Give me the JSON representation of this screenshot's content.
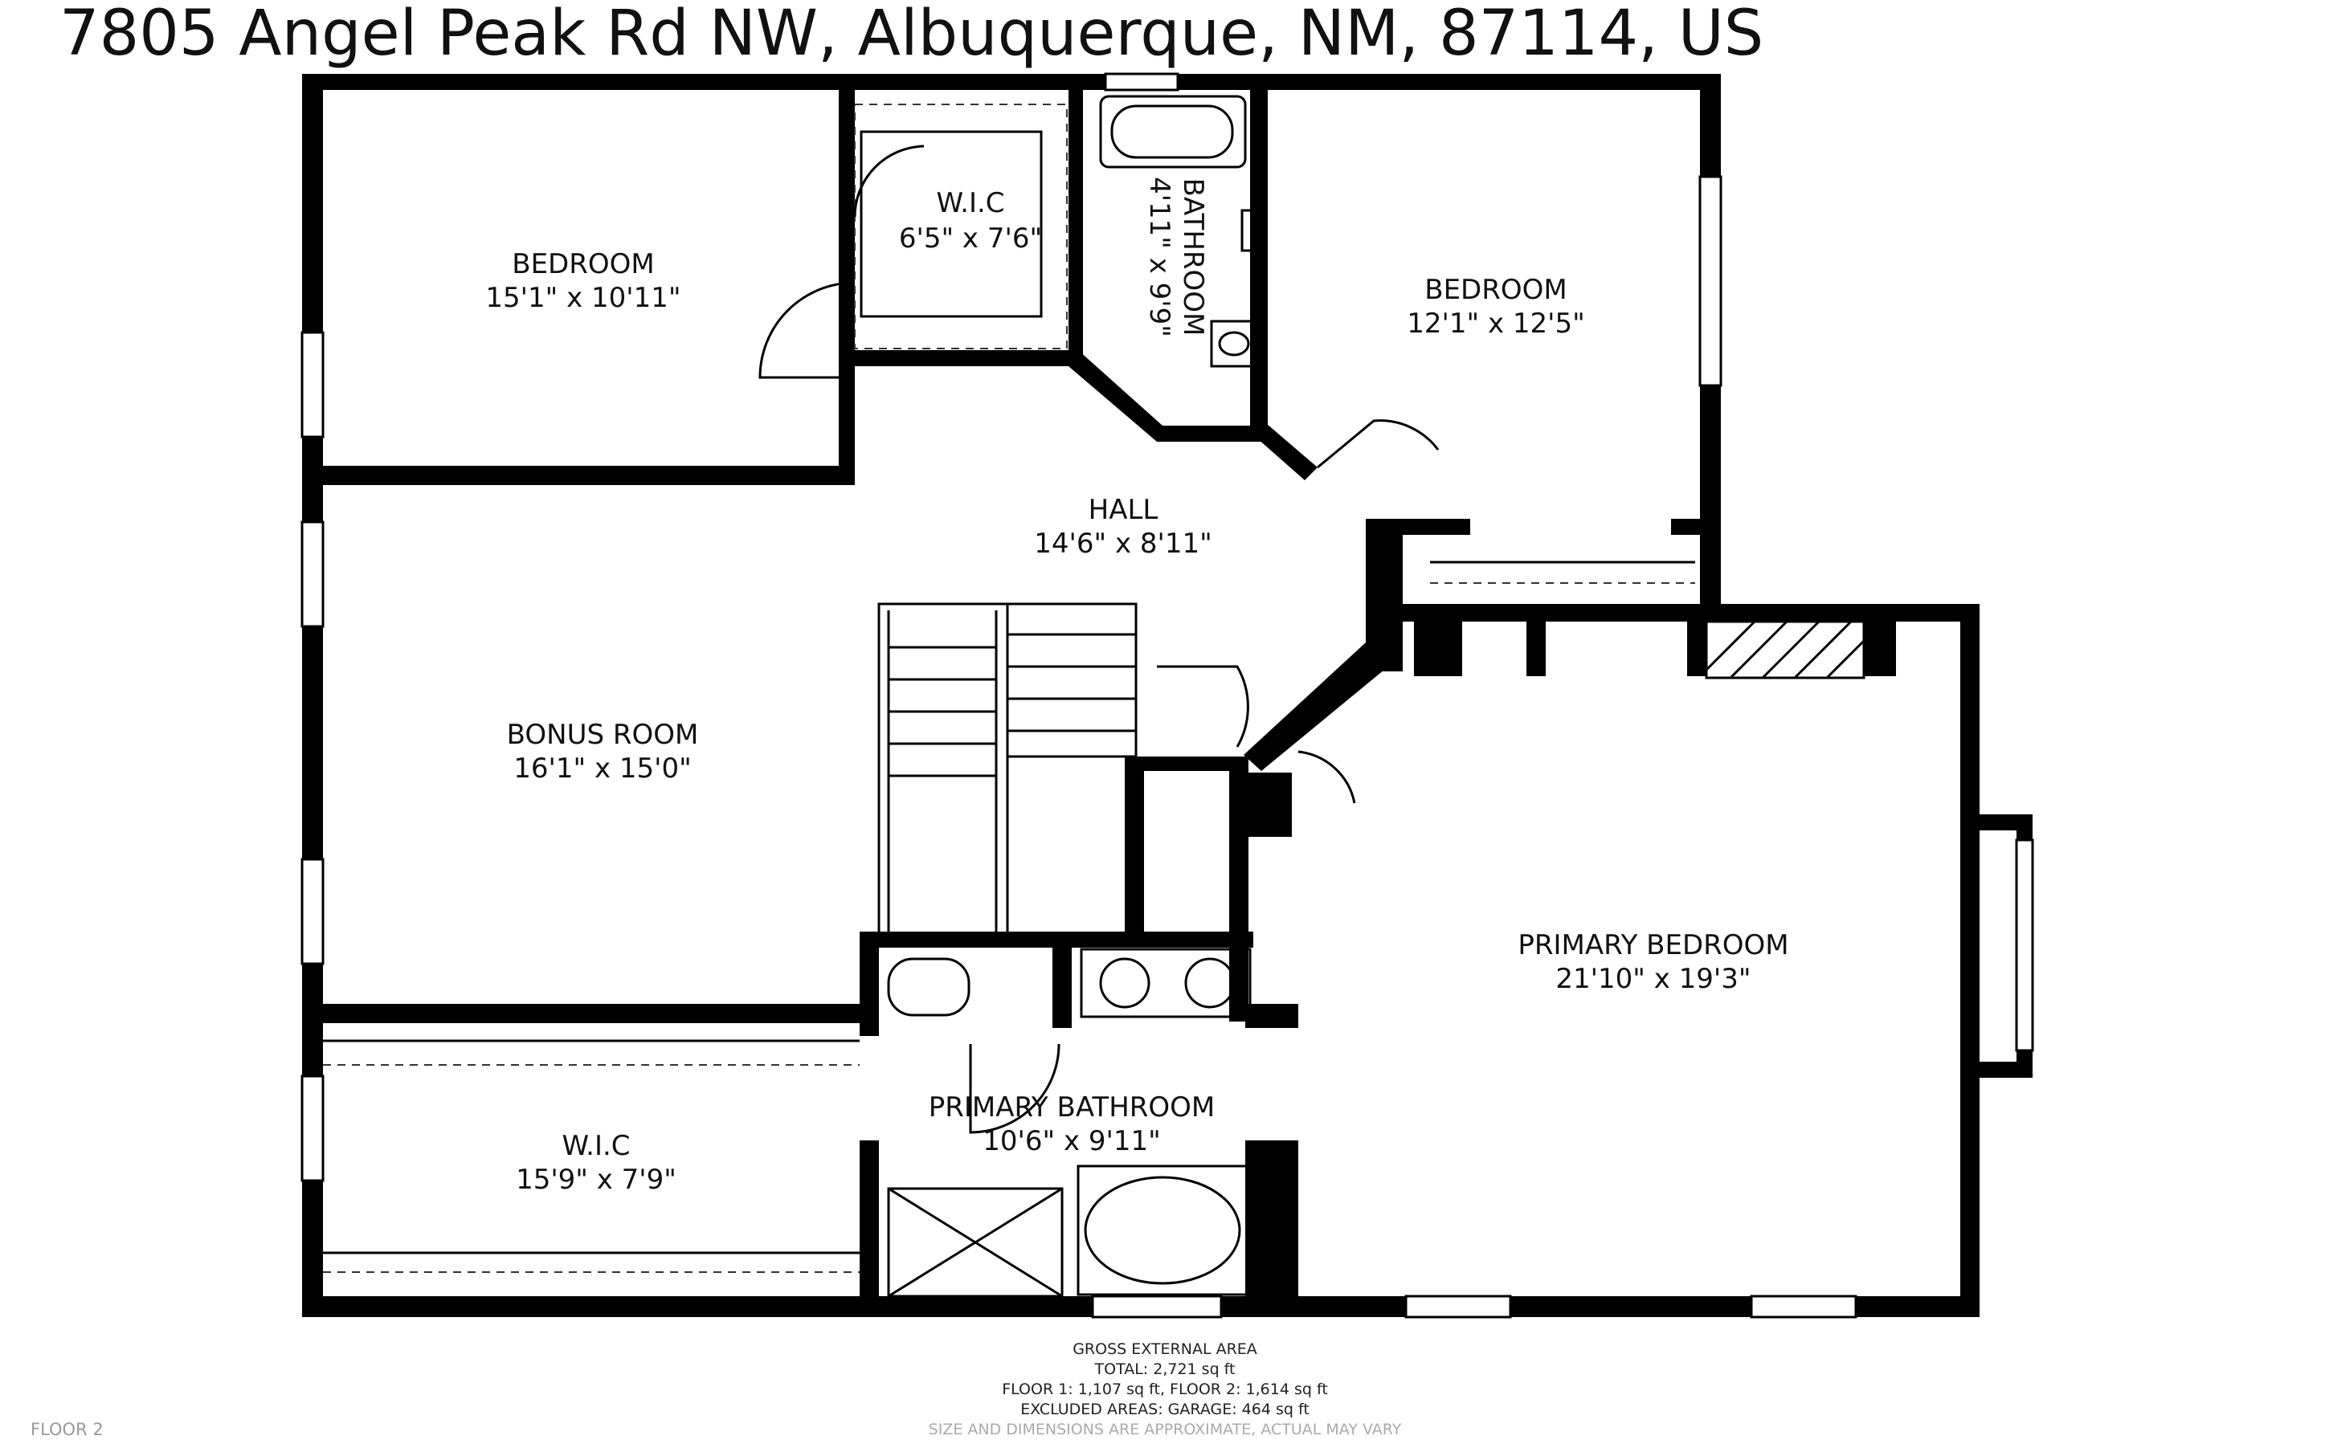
{
  "title": "7805 Angel Peak Rd NW, Albuquerque, NM, 87114, US",
  "rooms": [
    {
      "name": "BEDROOM",
      "dims": "15'1\" x 10'11\""
    },
    {
      "name": "W.I.C",
      "dims": "6'5\" x 7'6\""
    },
    {
      "name": "BATHROOM",
      "dims": "4'11\" x 9'9\""
    },
    {
      "name": "BEDROOM",
      "dims": "12'1\" x 12'5\""
    },
    {
      "name": "HALL",
      "dims": "14'6\" x 8'11\""
    },
    {
      "name": "BONUS ROOM",
      "dims": "16'1\" x 15'0\""
    },
    {
      "name": "PRIMARY BEDROOM",
      "dims": "21'10\" x 19'3\""
    },
    {
      "name": "PRIMARY BATHROOM",
      "dims": "10'6\" x 9'11\""
    },
    {
      "name": "W.I.C",
      "dims": "15'9\" x 7'9\""
    }
  ],
  "area": {
    "heading": "GROSS EXTERNAL AREA",
    "total": "TOTAL: 2,721 sq ft",
    "floors": "FLOOR 1: 1,107 sq ft, FLOOR 2: 1,614 sq ft",
    "excluded": "EXCLUDED AREAS: GARAGE: 464 sq ft",
    "disclaimer": "SIZE AND DIMENSIONS ARE APPROXIMATE, ACTUAL MAY VARY"
  },
  "floor_label": "FLOOR 2"
}
